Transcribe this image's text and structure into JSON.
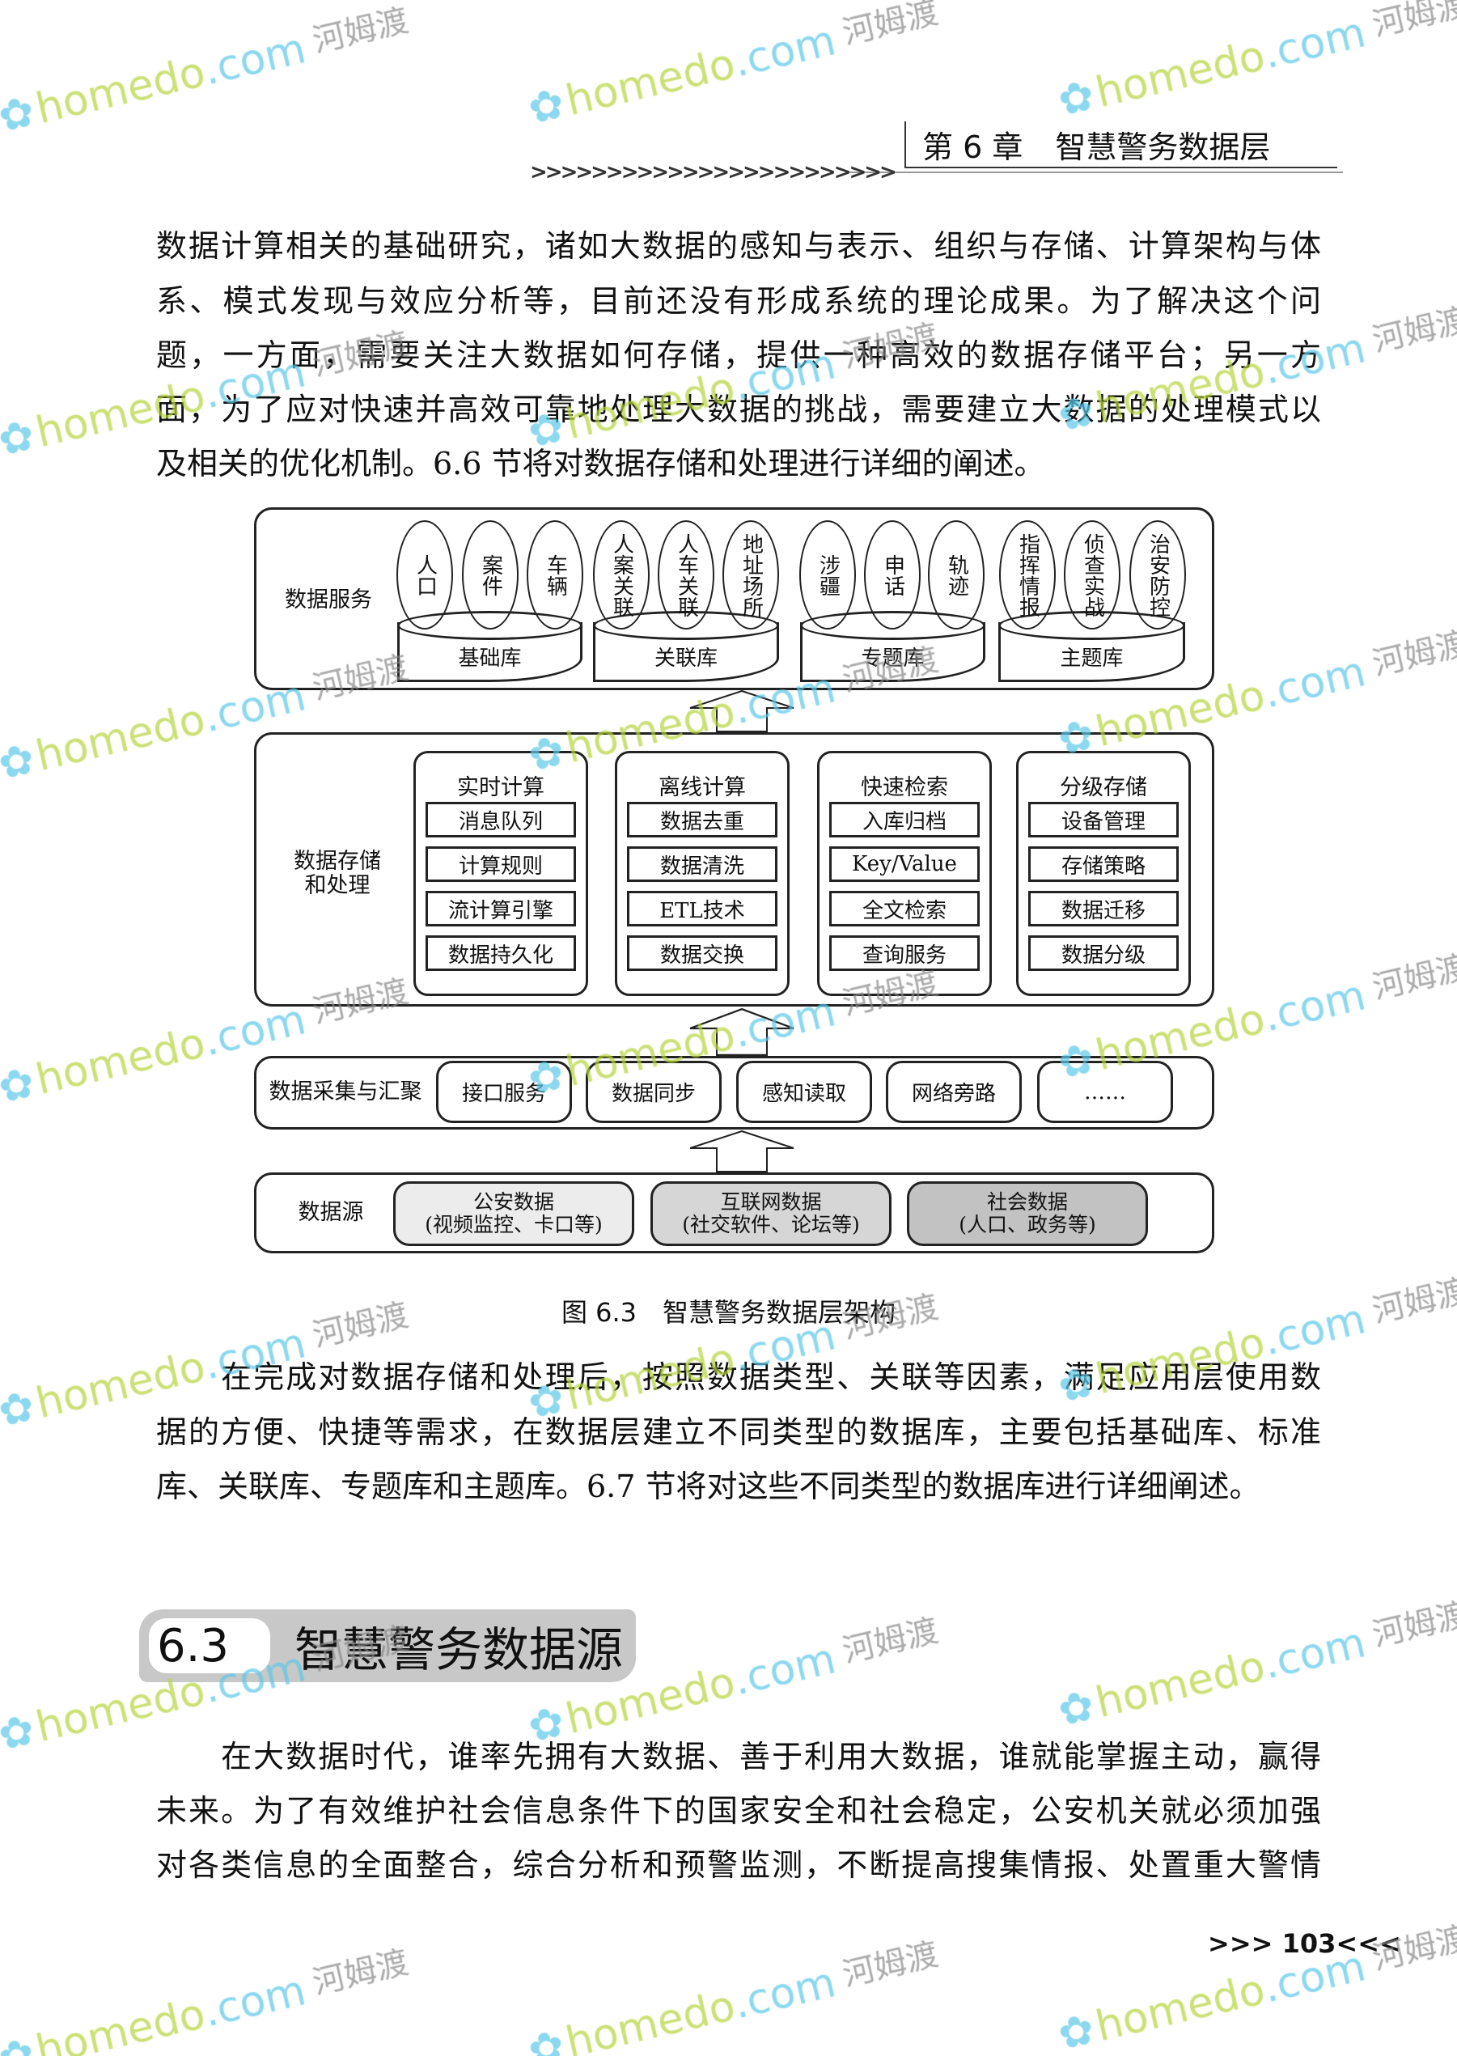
{
  "header": {
    "chapter": "第 6 章",
    "title": "智慧警务数据层",
    "arrows": ">>>>>>>>>>>>>>>>>>>>>>>>"
  },
  "para1": [
    "数据计算相关的基础研究，诸如大数据的感知与表示、组织与存储、计算架构与体",
    "系、模式发现与效应分析等，目前还没有形成系统的理论成果。为了解决这个问",
    "题，一方面，需要关注大数据如何存储，提供一种高效的数据存储平台；另一方",
    "面，为了应对快速并高效可靠地处理大数据的挑战，需要建立大数据的处理模式以",
    "及相关的优化机制。6.6 节将对数据存储和处理进行详细的阐述。"
  ],
  "diagram": {
    "services": {
      "label": "数据服务",
      "topics": [
        "人口",
        "案件",
        "车辆",
        "人案关联",
        "人车关联",
        "地址场所",
        "涉疆",
        "申话",
        "轨迹",
        "指挥情报",
        "侦查实战",
        "治安防控"
      ],
      "dbs": [
        "基础库",
        "关联库",
        "专题库",
        "主题库"
      ]
    },
    "storage": {
      "label1": "数据存储",
      "label2": "和处理",
      "columns": [
        {
          "title": "实时计算",
          "items": [
            "消息队列",
            "计算规则",
            "流计算引擎",
            "数据持久化"
          ]
        },
        {
          "title": "离线计算",
          "items": [
            "数据去重",
            "数据清洗",
            "ETL技术",
            "数据交换"
          ]
        },
        {
          "title": "快速检索",
          "items": [
            "入库归档",
            "Key/Value",
            "全文检索",
            "查询服务"
          ]
        },
        {
          "title": "分级存储",
          "items": [
            "设备管理",
            "存储策略",
            "数据迁移",
            "数据分级"
          ]
        }
      ]
    },
    "collection": {
      "label": "数据采集与汇聚",
      "items": [
        "接口服务",
        "数据同步",
        "感知读取",
        "网络旁路",
        "……"
      ]
    },
    "sources": {
      "label": "数据源",
      "items": [
        {
          "name": "公安数据",
          "detail": "(视频监控、卡口等)",
          "color": "#ececec"
        },
        {
          "name": "互联网数据",
          "detail": "(社交软件、论坛等)",
          "color": "#d6d6d6"
        },
        {
          "name": "社会数据",
          "detail": "(人口、政务等)",
          "color": "#c2c2c2"
        }
      ]
    }
  },
  "caption": "图 6.3　智慧警务数据层架构",
  "para2": [
    "　　在完成对数据存储和处理后，按照数据类型、关联等因素，满足应用层使用数",
    "据的方便、快捷等需求，在数据层建立不同类型的数据库，主要包括基础库、标准",
    "库、关联库、专题库和主题库。6.7 节将对这些不同类型的数据库进行详细阐述。"
  ],
  "section": {
    "number": "6.3",
    "title": "智慧警务数据源"
  },
  "para3": [
    "　　在大数据时代，谁率先拥有大数据、善于利用大数据，谁就能掌握主动，赢得",
    "未来。为了有效维护社会信息条件下的国家安全和社会稳定，公安机关就必须加强",
    "对各类信息的全面整合，综合分析和预警监测，不断提高搜集情报、处置重大警情"
  ],
  "page": {
    "prefix": ">>>",
    "number": "103",
    "suffix": "<<<"
  },
  "watermark": {
    "brand": "homedo",
    "tld": ".com",
    "cn": "河姆渡",
    "flower": "✿"
  }
}
